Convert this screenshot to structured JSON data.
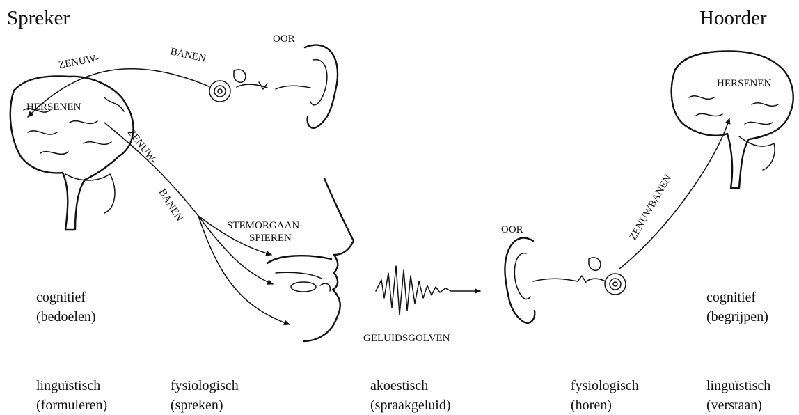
{
  "speaker": "Spreker",
  "listener": "Hoorder",
  "labels": {
    "zenuw_1": "ZENUW-",
    "banen_1": "BANEN",
    "oor_speaker": "OOR",
    "hersenen_speaker": "HERSENEN",
    "zenuw_2": "ZENUW-",
    "banen_2": "BANEN",
    "stemorgaan_1": "STEMORGAAN-",
    "stemorgaan_2": "SPIEREN",
    "geluidsgolven": "GELUIDSGOLVEN",
    "oor_listener": "OOR",
    "zenuwbanen": "ZENUWBANEN",
    "hersenen_listener": "HERSENEN"
  },
  "levels": {
    "speaker_cognitive": {
      "term": "cognitief",
      "gloss": "(bedoelen)"
    },
    "listener_cognitive": {
      "term": "cognitief",
      "gloss": "(begrijpen)"
    },
    "speaker_linguistic": {
      "term": "linguïstisch",
      "gloss": "(formuleren)"
    },
    "speaker_physiological": {
      "term": "fysiologisch",
      "gloss": "(spreken)"
    },
    "acoustic": {
      "term": "akoestisch",
      "gloss": "(spraakgeluid)"
    },
    "listener_physiological": {
      "term": "fysiologisch",
      "gloss": "(horen)"
    },
    "listener_linguistic": {
      "term": "linguïstisch",
      "gloss": "(verstaan)"
    }
  }
}
